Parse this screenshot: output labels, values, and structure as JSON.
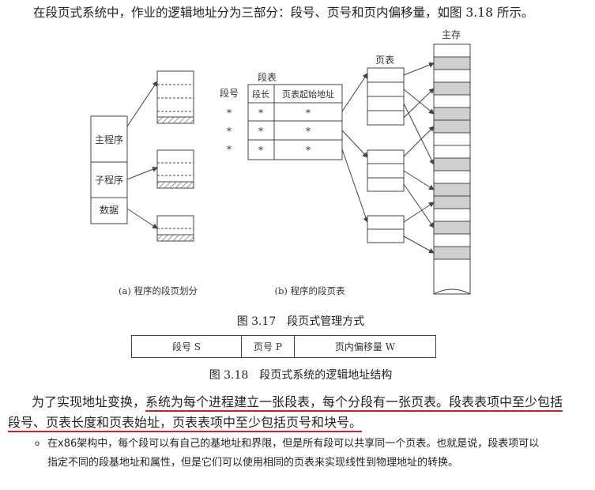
{
  "intro_text": "在段页式系统中，作业的逻辑地址分为三部分：段号、页号和页内偏移量，如图 3.18 所示。",
  "figure_317": {
    "left_blocks": [
      "主程序",
      "子程序",
      "数据"
    ],
    "seg_table_title": "段表",
    "seg_no_label": "段号",
    "seg_table_headers": [
      "段长",
      "页表起始地址"
    ],
    "seg_table_rows": [
      [
        "*",
        "*"
      ],
      [
        "*",
        "*"
      ],
      [
        "*",
        "*"
      ]
    ],
    "seg_no_marks": [
      "*",
      "*",
      "*"
    ],
    "page_table_label": "页表",
    "memory_label": "主存",
    "caption_a": "(a) 程序的段页划分",
    "caption_b": "(b) 程序的段页表",
    "caption": "图 3.17　段页式管理方式"
  },
  "figure_318": {
    "fields": [
      "段号 S",
      "页号 P",
      "页内偏移量 W"
    ],
    "caption": "图 3.18　段页式系统的逻辑地址结构"
  },
  "paragraph": {
    "plain": "为了实现地址变换，",
    "underlined_1": "系统为每个进程建立一张段表，每个分段有一张页表。段表表项中至少包括段号、页表长度和页表始址，",
    "underlined_2": "页表表项中至少包括页号和块号。"
  },
  "note": {
    "bullet": "o",
    "text": "在x86架构中，每个段可以有自己的基地址和界限，但是所有段可以共享同一个页表。也就是说，段表项可以指定不同的段基地址和属性，但是它们可以使用相同的页表来实现线性到物理地址的转换。"
  },
  "colors": {
    "underline": "#d42020",
    "shaded": "#d0d0d0",
    "line": "#444444"
  }
}
